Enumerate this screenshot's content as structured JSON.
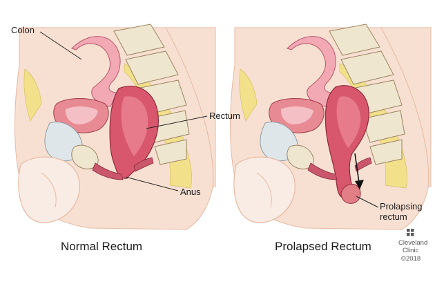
{
  "labels": {
    "colon": "Colon",
    "rectum": "Rectum",
    "anus": "Anus",
    "prolapsing_line1": "Prolapsing",
    "prolapsing_line2": "rectum"
  },
  "captions": {
    "left": "Normal Rectum",
    "right": "Prolapsed Rectum"
  },
  "brand": {
    "line1": "Cleveland",
    "line2": "Clinic",
    "line3": "©2018"
  },
  "colors": {
    "skin": "#f7e0d2",
    "skin_edge": "#e6b9a1",
    "fat": "#f3e08a",
    "rectum": "#d8576c",
    "rectum_light": "#f2a9b3",
    "bone": "#efe6cf",
    "bone_dark": "#9a8461",
    "bladder": "#dfe6ea",
    "uterus": "#e88a93"
  }
}
